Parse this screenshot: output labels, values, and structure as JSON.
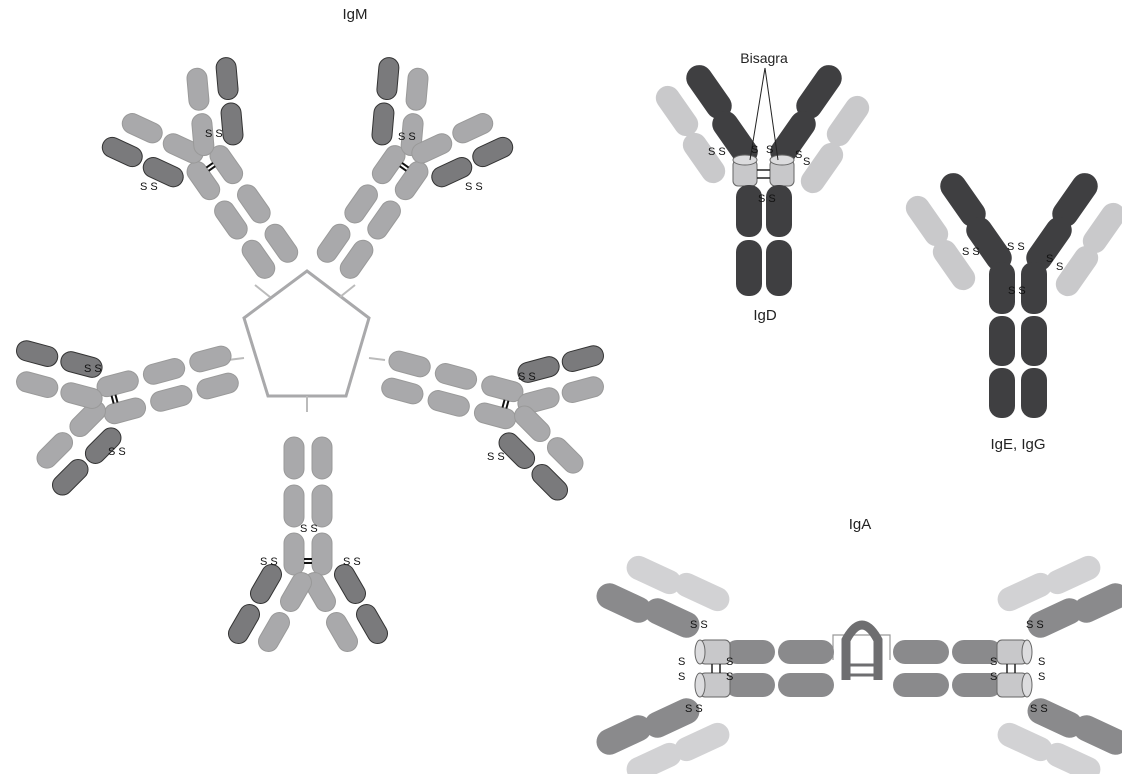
{
  "labels": {
    "igm": "IgM",
    "igd": "IgD",
    "hinge": "Bisagra",
    "ige_igg": "IgE, IgG",
    "iga": "IgA",
    "disulfide": "S"
  },
  "colors": {
    "igm_heavy": "#a9a9ab",
    "igm_light": "#7a7a7c",
    "igd_heavy": "#3f3f41",
    "igd_light": "#c9c9cb",
    "igd_hinge": "#c8c8ca",
    "ige_heavy": "#3f3f41",
    "ige_light": "#c9c9cb",
    "iga_heavy": "#8a8a8c",
    "iga_light": "#d2d2d4",
    "iga_hinge": "#c8c8ca",
    "j_chain": "#a9a9ab",
    "secretory": "#6e6e70"
  }
}
